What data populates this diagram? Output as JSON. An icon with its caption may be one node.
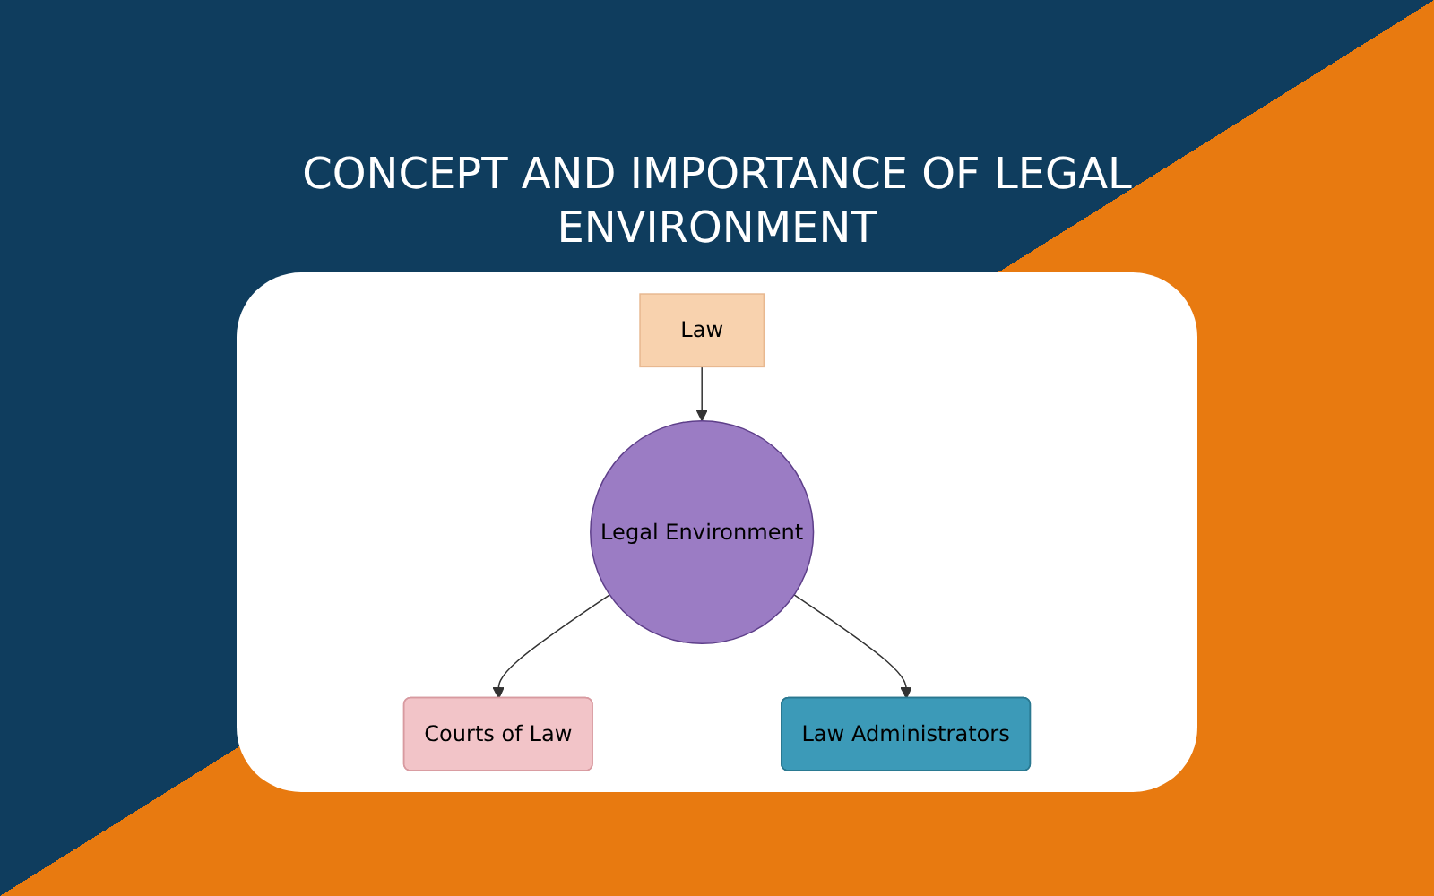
{
  "diagram": {
    "title": "CONCEPT AND IMPORTANCE OF LEGAL ENVIRONMENT",
    "nodes": [
      {
        "text": [
          "Law"
        ]
      },
      {
        "text": [
          "Legal Environment"
        ]
      },
      {
        "text": [
          "Courts of Law"
        ]
      },
      {
        "text": [
          "Law Administrators"
        ]
      }
    ],
    "edges": [
      {
        "from": 0,
        "to": 1,
        "arrow": "to"
      },
      {
        "from": 1,
        "to": 2,
        "arrow": "to"
      },
      {
        "from": 1,
        "to": 3,
        "arrow": "to"
      }
    ]
  }
}
